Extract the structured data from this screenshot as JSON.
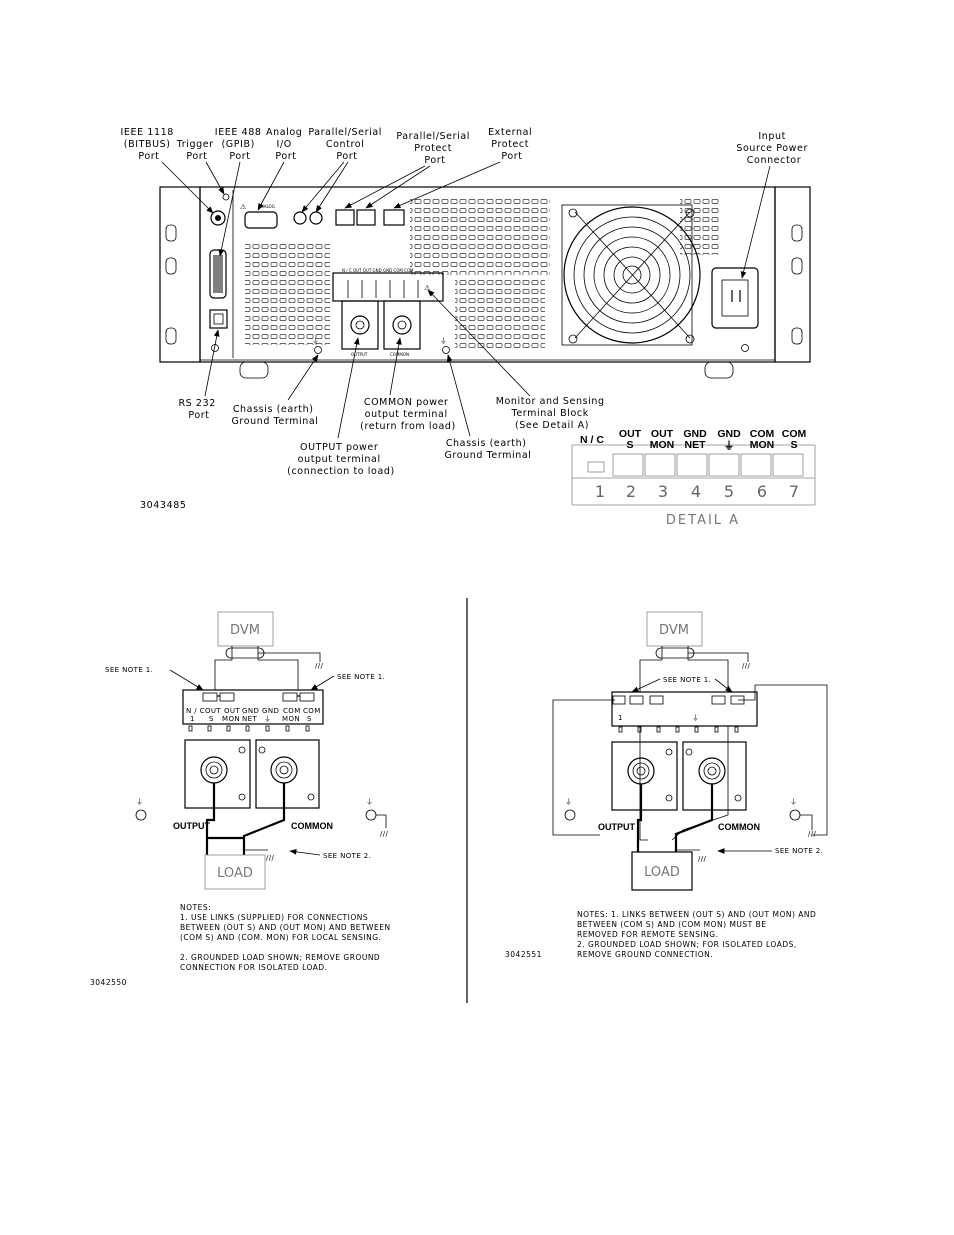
{
  "rear_panel": {
    "callouts": {
      "ieee1118": [
        "IEEE 1118",
        "(BITBUS)",
        "Port"
      ],
      "trigger": [
        "Trigger",
        "Port"
      ],
      "ieee488": [
        "IEEE 488",
        "(GPIB)",
        "Port"
      ],
      "analog": [
        "Analog",
        "I/O",
        "Port"
      ],
      "par_ser_control": [
        "Parallel/Serial",
        "Control",
        "Port"
      ],
      "par_ser_protect": [
        "Parallel/Serial",
        "Protect",
        "Port"
      ],
      "ext_protect": [
        "External",
        "Protect",
        "Port"
      ],
      "input_power": [
        "Input",
        "Source Power",
        "Connector"
      ],
      "rs232": [
        "RS 232",
        "Port"
      ],
      "chassis_left": [
        "Chassis (earth)",
        "Ground Terminal"
      ],
      "common_term": [
        "COMMON power",
        "output terminal",
        "(return from load)"
      ],
      "output_term": [
        "OUTPUT power",
        "output terminal",
        "(connection to load)"
      ],
      "chassis_right": [
        "Chassis (earth)",
        "Ground Terminal"
      ],
      "monitor_block": [
        "Monitor and Sensing",
        "Terminal Block",
        "(See Detail A)"
      ]
    },
    "panel_output_label": "OUTPUT",
    "panel_common_label": "COMMON",
    "figure_id": "3043485"
  },
  "detail_a": {
    "title": "DETAIL A",
    "terminals": [
      {
        "num": "1",
        "top": "N / C",
        "bottom": ""
      },
      {
        "num": "2",
        "top": "OUT",
        "bottom": "S"
      },
      {
        "num": "3",
        "top": "OUT",
        "bottom": "MON"
      },
      {
        "num": "4",
        "top": "GND",
        "bottom": "NET"
      },
      {
        "num": "5",
        "top": "GND",
        "bottom": "⏚"
      },
      {
        "num": "6",
        "top": "COM",
        "bottom": "MON"
      },
      {
        "num": "7",
        "top": "COM",
        "bottom": "S"
      }
    ]
  },
  "local_sensing": {
    "dvm": "DVM",
    "load": "LOAD",
    "see_note1_left": "SEE NOTE 1.",
    "see_note1_right": "SEE NOTE 1.",
    "see_note2": "SEE NOTE 2.",
    "output_label": "OUTPUT",
    "common_label": "COMMON",
    "terminal_labels": [
      [
        "N / C",
        "1"
      ],
      [
        "OUT",
        "S"
      ],
      [
        "OUT",
        "MON"
      ],
      [
        "GND",
        "NET"
      ],
      [
        "GND",
        "⏚"
      ],
      [
        "COM",
        "MON"
      ],
      [
        "COM",
        "S"
      ]
    ],
    "notes_heading": "NOTES:",
    "notes": [
      "1. USE LINKS (SUPPLIED) FOR CONNECTIONS",
      "    BETWEEN (OUT S) AND (OUT MON) AND BETWEEN",
      "    (COM S) AND (COM. MON) FOR LOCAL SENSING.",
      "2. GROUNDED LOAD SHOWN; REMOVE GROUND",
      "    CONNECTION FOR ISOLATED LOAD."
    ],
    "figure_id": "3042550"
  },
  "remote_sensing": {
    "dvm": "DVM",
    "load": "LOAD",
    "see_note1": "SEE NOTE 1.",
    "see_note2": "SEE NOTE 2.",
    "output_label": "OUTPUT",
    "common_label": "COMMON",
    "notes": [
      "NOTES: 1. LINKS BETWEEN (OUT S) AND (OUT MON) AND",
      "               BETWEEN (COM S) AND (COM MON) MUST BE",
      "               REMOVED FOR REMOTE SENSING.",
      "           2. GROUNDED LOAD SHOWN; FOR ISOLATED LOADS,",
      "               REMOVE GROUND CONNECTION."
    ],
    "figure_id": "3042551"
  }
}
